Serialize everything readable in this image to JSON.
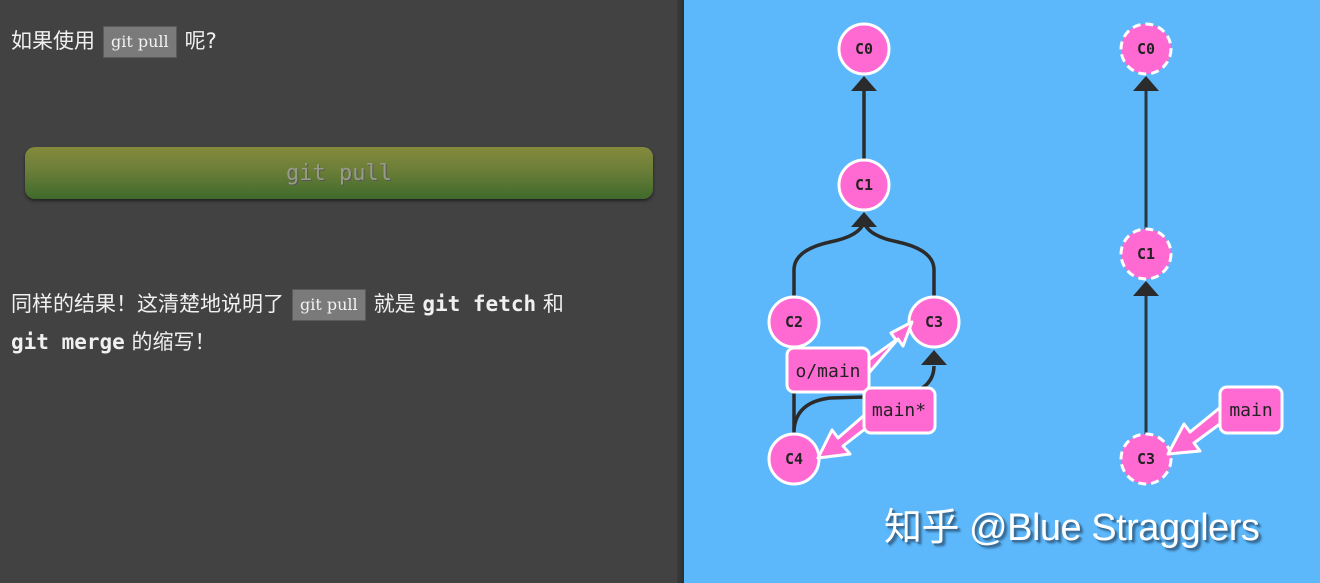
{
  "left_panel": {
    "intro": {
      "prefix": "如果使用",
      "code": "git pull",
      "suffix": "呢?"
    },
    "command_button": {
      "label": "git pull"
    },
    "conclusion": {
      "part1": "同样的结果！这清楚地说明了",
      "code": "git pull",
      "part2": "就是",
      "cmd_fetch": "git fetch",
      "part3": "和",
      "cmd_merge": "git merge",
      "part4": "的缩写！"
    }
  },
  "right_panel": {
    "colors": {
      "background": "#5cb8fb",
      "commit_fill": "#ff69d2",
      "edge": "#2b2b2b",
      "outline": "#ffffff"
    },
    "local_repo": {
      "commits": [
        "C0",
        "C1",
        "C2",
        "C3",
        "C4"
      ],
      "branches": [
        {
          "name": "o/main",
          "target": "C3"
        },
        {
          "name": "main*",
          "target": "C4"
        }
      ]
    },
    "remote_repo": {
      "commits": [
        "C0",
        "C1",
        "C3"
      ],
      "branches": [
        {
          "name": "main",
          "target": "C3"
        }
      ]
    },
    "watermark": "知乎 @Blue Stragglers"
  }
}
